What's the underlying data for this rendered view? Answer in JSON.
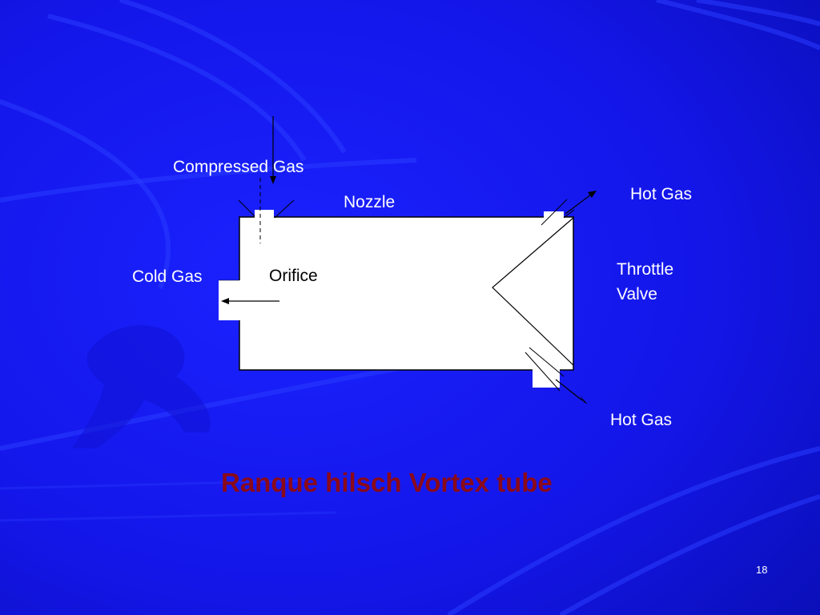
{
  "slide": {
    "title": "Ranque hilsch Vortex  tube",
    "page_number": "18"
  },
  "labels": {
    "compressed_gas": "Compressed Gas",
    "nozzle": "Nozzle",
    "hot_gas_top": "Hot Gas",
    "throttle_valve_line1": "Throttle",
    "throttle_valve_line2": "Valve",
    "cold_gas": "Cold Gas",
    "orifice": "Orifice",
    "hot_gas_bottom": "Hot Gas"
  },
  "colors": {
    "background_center": "#1a1aff",
    "background_edge": "#0a10b0",
    "title": "#8b0a1a",
    "tube_fill": "#ffffff",
    "lines": "#000000"
  }
}
